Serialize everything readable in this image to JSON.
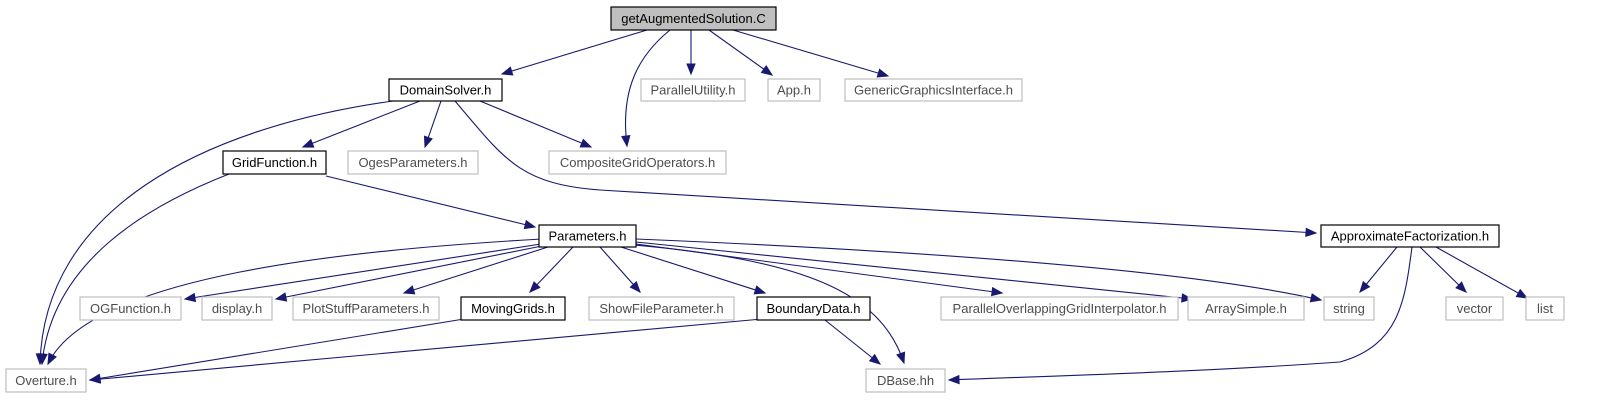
{
  "diagram": {
    "colors": {
      "edge": "#191970",
      "root_fill": "#bfbfbf",
      "documented_border": "#000000",
      "external_border": "#bfbfbf"
    },
    "nodes": [
      {
        "id": "root",
        "label": "getAugmentedSolution.C",
        "kind": "root"
      },
      {
        "id": "domainsolver",
        "label": "DomainSolver.h",
        "kind": "documented"
      },
      {
        "id": "parallelutility",
        "label": "ParallelUtility.h",
        "kind": "external"
      },
      {
        "id": "app",
        "label": "App.h",
        "kind": "external"
      },
      {
        "id": "ggi",
        "label": "GenericGraphicsInterface.h",
        "kind": "external"
      },
      {
        "id": "gridfunction",
        "label": "GridFunction.h",
        "kind": "documented"
      },
      {
        "id": "ogesparams",
        "label": "OgesParameters.h",
        "kind": "external"
      },
      {
        "id": "cgops",
        "label": "CompositeGridOperators.h",
        "kind": "external"
      },
      {
        "id": "parameters",
        "label": "Parameters.h",
        "kind": "documented"
      },
      {
        "id": "approxfact",
        "label": "ApproximateFactorization.h",
        "kind": "documented"
      },
      {
        "id": "ogfunction",
        "label": "OGFunction.h",
        "kind": "external"
      },
      {
        "id": "display",
        "label": "display.h",
        "kind": "external"
      },
      {
        "id": "plotstuff",
        "label": "PlotStuffParameters.h",
        "kind": "external"
      },
      {
        "id": "movinggrids",
        "label": "MovingGrids.h",
        "kind": "documented"
      },
      {
        "id": "showfile",
        "label": "ShowFileParameter.h",
        "kind": "external"
      },
      {
        "id": "boundarydata",
        "label": "BoundaryData.h",
        "kind": "documented"
      },
      {
        "id": "pogi",
        "label": "ParallelOverlappingGridInterpolator.h",
        "kind": "external"
      },
      {
        "id": "arraysimple",
        "label": "ArraySimple.h",
        "kind": "external"
      },
      {
        "id": "string",
        "label": "string",
        "kind": "external"
      },
      {
        "id": "vector",
        "label": "vector",
        "kind": "external"
      },
      {
        "id": "list",
        "label": "list",
        "kind": "external"
      },
      {
        "id": "overture",
        "label": "Overture.h",
        "kind": "external"
      },
      {
        "id": "dbase",
        "label": "DBase.hh",
        "kind": "external"
      }
    ],
    "edges": [
      {
        "from": "root",
        "to": "domainsolver"
      },
      {
        "from": "root",
        "to": "cgops"
      },
      {
        "from": "root",
        "to": "parallelutility"
      },
      {
        "from": "root",
        "to": "app"
      },
      {
        "from": "root",
        "to": "ggi"
      },
      {
        "from": "domainsolver",
        "to": "overture"
      },
      {
        "from": "domainsolver",
        "to": "gridfunction"
      },
      {
        "from": "domainsolver",
        "to": "ogesparams"
      },
      {
        "from": "domainsolver",
        "to": "cgops"
      },
      {
        "from": "domainsolver",
        "to": "approxfact"
      },
      {
        "from": "gridfunction",
        "to": "overture"
      },
      {
        "from": "gridfunction",
        "to": "parameters"
      },
      {
        "from": "parameters",
        "to": "overture"
      },
      {
        "from": "parameters",
        "to": "ogfunction"
      },
      {
        "from": "parameters",
        "to": "display"
      },
      {
        "from": "parameters",
        "to": "plotstuff"
      },
      {
        "from": "parameters",
        "to": "movinggrids"
      },
      {
        "from": "parameters",
        "to": "showfile"
      },
      {
        "from": "parameters",
        "to": "boundarydata"
      },
      {
        "from": "parameters",
        "to": "dbase"
      },
      {
        "from": "parameters",
        "to": "pogi"
      },
      {
        "from": "parameters",
        "to": "arraysimple"
      },
      {
        "from": "parameters",
        "to": "string"
      },
      {
        "from": "approxfact",
        "to": "string"
      },
      {
        "from": "approxfact",
        "to": "dbase"
      },
      {
        "from": "approxfact",
        "to": "vector"
      },
      {
        "from": "approxfact",
        "to": "list"
      },
      {
        "from": "movinggrids",
        "to": "overture"
      },
      {
        "from": "boundarydata",
        "to": "overture"
      },
      {
        "from": "boundarydata",
        "to": "dbase"
      }
    ]
  }
}
